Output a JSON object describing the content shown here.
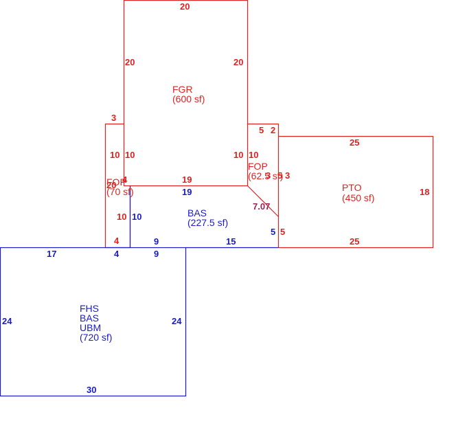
{
  "colors": {
    "red": "#dd2222",
    "blue": "#1a1acc",
    "purple": "#992255"
  },
  "areas": {
    "fgr": {
      "code": "FGR",
      "area": "(600 sf)"
    },
    "fop_left": {
      "code": "FOP",
      "area": "(70 sf)"
    },
    "fop_right": {
      "code": "FOP",
      "area": "(62.5 sf)"
    },
    "pto": {
      "code": "PTO",
      "area": "(450 sf)"
    },
    "bas": {
      "code": "BAS",
      "area": "(227.5 sf)"
    },
    "main": {
      "line1": "FHS",
      "line2": "BAS",
      "line3": "UBM",
      "area": "(720 sf)"
    }
  },
  "dims": {
    "fgr_top": "20",
    "fgr_left": "20",
    "fgr_right": "20",
    "fgr_bottom": "19",
    "fopl_top": "3",
    "fopl_side_a": "10",
    "fopl_side_b": "10",
    "fopl_side_c": "10",
    "fopl_bottom": "4",
    "fopl_overlap": "20",
    "fopl_corner": "4",
    "fopr_top_a": "5",
    "fopr_top_b": "2",
    "fopr_left": "10",
    "fopr_side": "10",
    "fopr_r1": "3",
    "fopr_r2": "3",
    "fopr_r3": "5",
    "pto_top": "25",
    "pto_right": "18",
    "pto_bottom": "25",
    "bas_top": "19",
    "bas_left": "10",
    "bas_bottom_a": "9",
    "bas_bottom_b": "15",
    "bas_diag": "7.07",
    "bas_right": "5",
    "bas_right_red": "5",
    "main_top_a": "17",
    "main_top_b": "4",
    "main_top_c": "9",
    "main_left": "24",
    "main_right": "24",
    "main_bottom": "30"
  }
}
